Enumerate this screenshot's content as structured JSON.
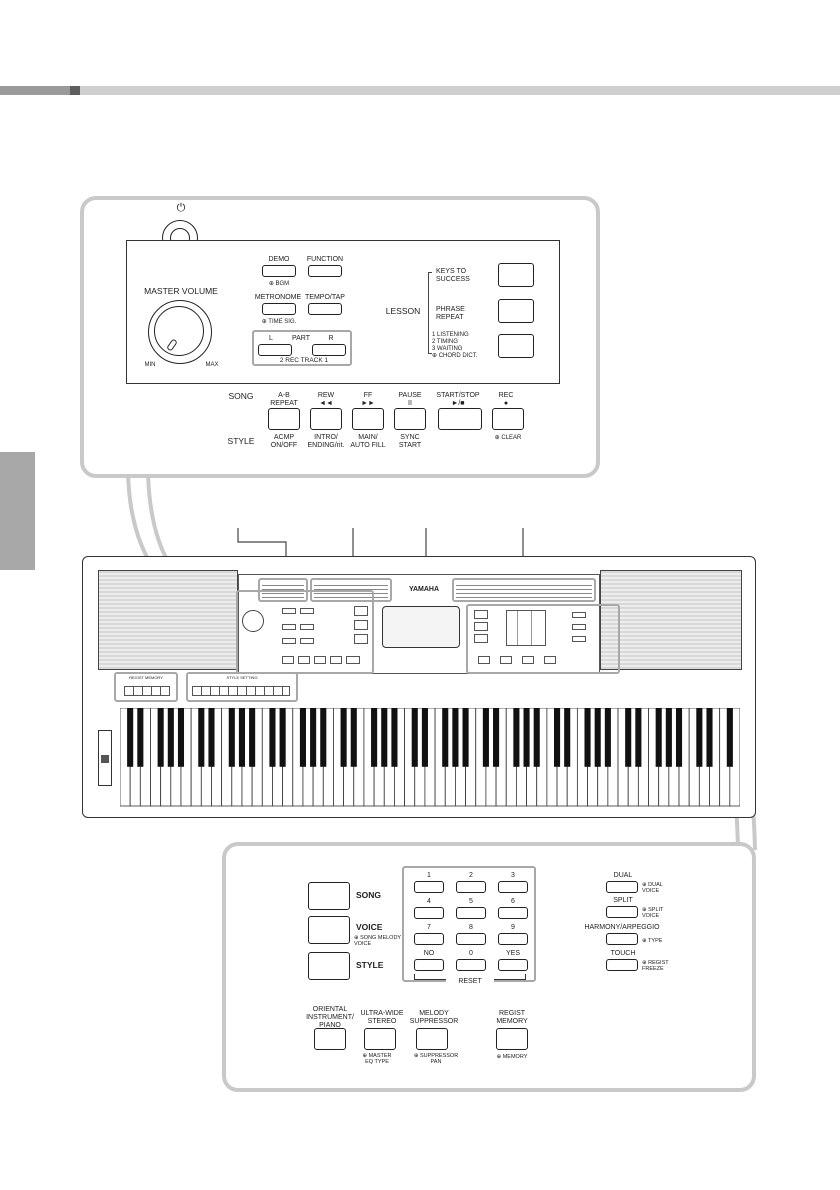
{
  "top_panel": {
    "power_symbol": "⏻",
    "master_volume": "MASTER VOLUME",
    "min": "MIN",
    "max": "MAX",
    "demo": "DEMO",
    "demo_sub": "⊕ BGM",
    "function": "FUNCTION",
    "metronome": "METRONOME",
    "metronome_sub": "⊕ TIME SIG.",
    "tempo_tap": "TEMPO/TAP",
    "part_l": "L",
    "part": "PART",
    "part_r": "R",
    "rec_track": "2  REC TRACK  1",
    "lesson": "LESSON",
    "keys_to_success": "KEYS TO\nSUCCESS",
    "phrase_repeat": "PHRASE\nREPEAT",
    "lesson_modes": "1  LISTENING\n2  TIMING\n3  WAITING\n⊕ CHORD DICT.",
    "song": "SONG",
    "style": "STYLE",
    "ab_repeat": "A-B\nREPEAT",
    "rew": "REW\n◄◄",
    "ff": "FF\n►►",
    "pause": "PAUSE\nII",
    "start_stop": "START/STOP\n►/■",
    "rec": "REC\n●",
    "acmp": "ACMP\nON/OFF",
    "intro": "INTRO/\nENDING/rit.",
    "main": "MAIN/\nAUTO FILL",
    "sync": "SYNC\nSTART",
    "clear": "⊕ CLEAR"
  },
  "keyboard": {
    "brand": "YAMAHA",
    "regist_memory": "REGIST MEMORY",
    "style_setting": "STYLE SETTING",
    "white_keys": 61
  },
  "bottom_panel": {
    "song": "SONG",
    "voice": "VOICE",
    "voice_sub": "⊕ SONG MELODY\nVOICE",
    "style": "STYLE",
    "numbers": [
      "1",
      "2",
      "3",
      "4",
      "5",
      "6",
      "7",
      "8",
      "9",
      "NO",
      "0",
      "YES"
    ],
    "reset": "RESET",
    "dual": "DUAL",
    "dual_sub": "⊕ DUAL\nVOICE",
    "split": "SPLIT",
    "split_sub": "⊕ SPLIT\nVOICE",
    "harmony": "HARMONY/ARPEGGIO",
    "harmony_sub": "⊕ TYPE",
    "touch": "TOUCH",
    "touch_sub": "⊕ REGIST\nFREEZE",
    "oriental": "ORIENTAL\nINSTRUMENT/\nPIANO",
    "ultra": "ULTRA-WIDE\nSTEREO",
    "ultra_sub": "⊕ MASTER\nEQ TYPE",
    "melody": "MELODY\nSUPPRESSOR",
    "melody_sub": "⊕ SUPPRESSOR\nPAN",
    "regist": "REGIST\nMEMORY",
    "regist_sub": "⊕ MEMORY"
  },
  "colors": {
    "frame": "#c9c9c9",
    "group": "#a8a8a8",
    "ink": "#222222"
  }
}
